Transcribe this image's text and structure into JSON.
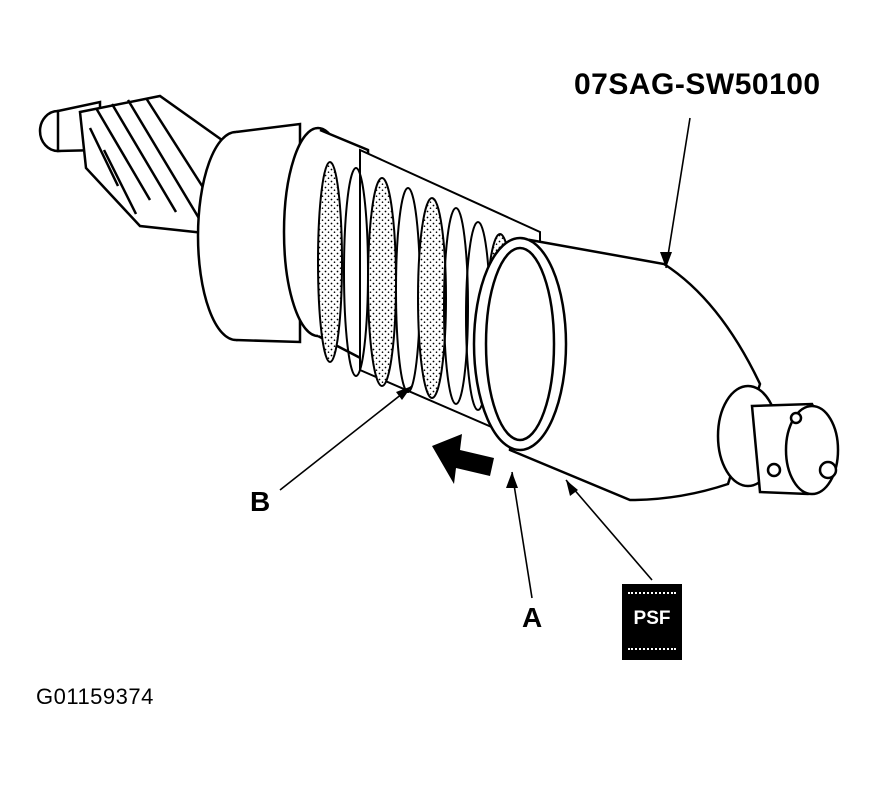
{
  "labels": {
    "tool_part_number": "07SAG-SW50100",
    "callout_b": "B",
    "callout_a": "A",
    "fluid_badge": "PSF",
    "figure_id": "G01159374"
  },
  "icons": {
    "arrow": "push-direction-arrow-icon",
    "badge": "psf-fluid-icon"
  }
}
